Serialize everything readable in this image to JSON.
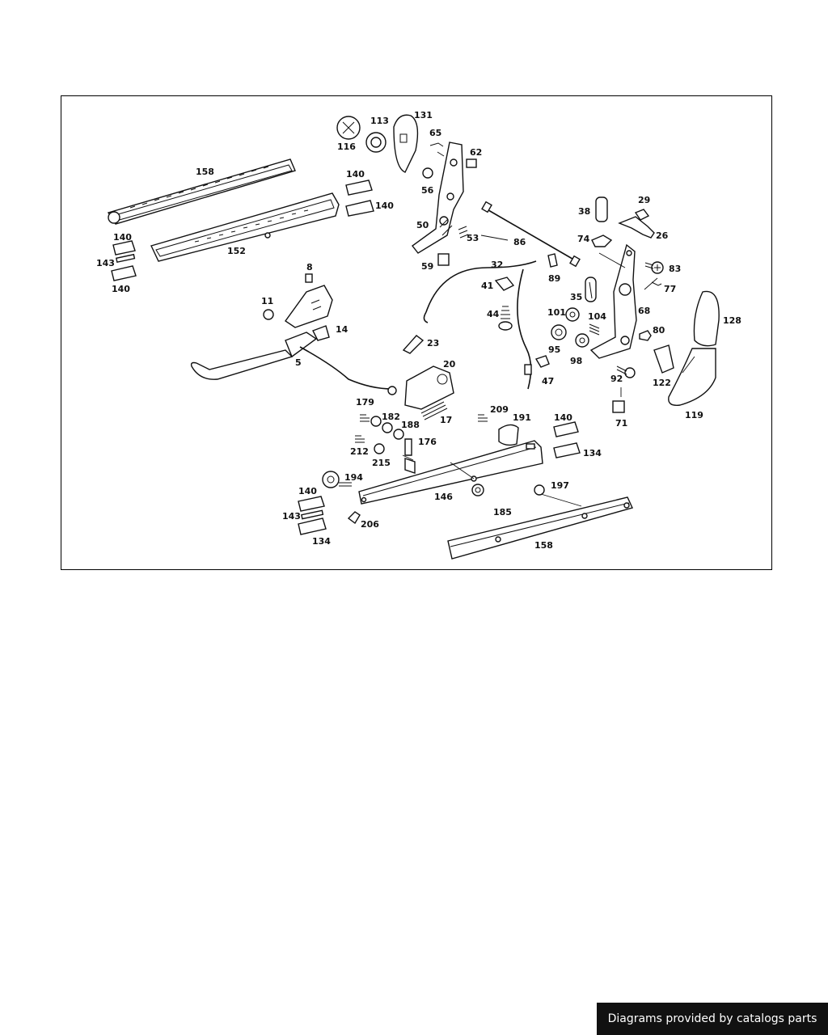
{
  "diagram": {
    "labels": {
      "l131": "131",
      "l113": "113",
      "l116": "116",
      "l65": "65",
      "l62": "62",
      "l56": "56",
      "l158a": "158",
      "l140a": "140",
      "l140b": "140",
      "l152": "152",
      "l140c": "140",
      "l143a": "143",
      "l140d": "140",
      "l50": "50",
      "l53": "53",
      "l59": "59",
      "l86": "86",
      "l38": "38",
      "l29": "29",
      "l26": "26",
      "l74": "74",
      "l83": "83",
      "l77": "77",
      "l32": "32",
      "l41": "41",
      "l89": "89",
      "l35": "35",
      "l8": "8",
      "l11": "11",
      "l14": "14",
      "l44": "44",
      "l101": "101",
      "l104": "104",
      "l68": "68",
      "l128": "128",
      "l80": "80",
      "l95": "95",
      "l98": "98",
      "l23": "23",
      "l5": "5",
      "l20": "20",
      "l47": "47",
      "l92": "92",
      "l122": "122",
      "l17": "17",
      "l119": "119",
      "l71": "71",
      "l179": "179",
      "l182": "182",
      "l188": "188",
      "l209": "209",
      "l191": "191",
      "l140e": "140",
      "l176": "176",
      "l212": "212",
      "l215": "215",
      "l134a": "134",
      "l194": "194",
      "l140f": "140",
      "l146": "146",
      "l197": "197",
      "l143b": "143",
      "l185": "185",
      "l206": "206",
      "l134b": "134",
      "l158b": "158"
    }
  },
  "footer": {
    "text": "Diagrams provided by catalogs parts"
  }
}
